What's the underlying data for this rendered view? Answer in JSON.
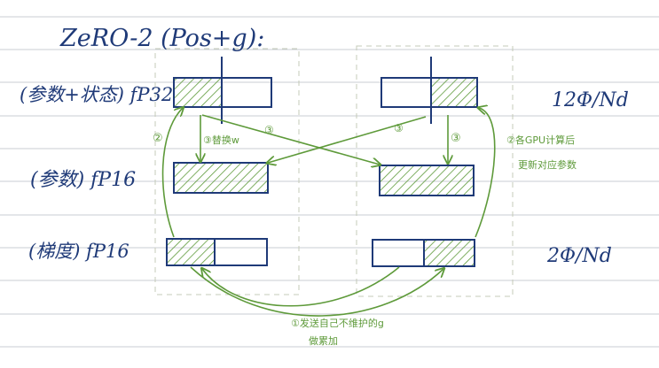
{
  "title": "ZeRO-2 (Pos+g):",
  "rows": {
    "fp32": {
      "label": "(参数+状态) fP32"
    },
    "param_fp16": {
      "label": "(参数) fP16"
    },
    "grad_fp16": {
      "label": "(梯度) fP16"
    }
  },
  "right_labels": {
    "top": "12Φ/Nd",
    "bottom": "2Φ/Nd"
  },
  "annotations": {
    "step2_left": "②",
    "step3_center": "③替换w",
    "step3_mid_left": "③",
    "step3_mid_right": "③",
    "step3_right": "③",
    "step2_right_line1": "②各GPU计算后",
    "step2_right_line2": "更新对应参数",
    "step1_line1": "①发送自己不维护的g",
    "step1_line2": "做累加"
  },
  "colors": {
    "ink_blue": "#1f3a78",
    "ink_green": "#5e9a3a",
    "grid_line": "#c9ccd3",
    "dashed_box": "#c4cbb8"
  }
}
